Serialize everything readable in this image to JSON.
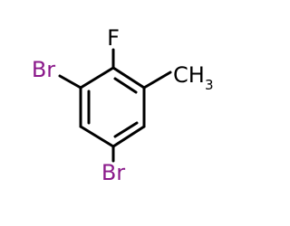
{
  "molecule": {
    "atoms": {
      "F": "F",
      "Br_left": "Br",
      "Br_bottom": "Br",
      "CH3": {
        "main": "CH",
        "sub": "3"
      }
    },
    "colors": {
      "bond": "#000000",
      "fluorine": "#000000",
      "bromine": "#8B1A8B",
      "carbon": "#000000"
    }
  }
}
